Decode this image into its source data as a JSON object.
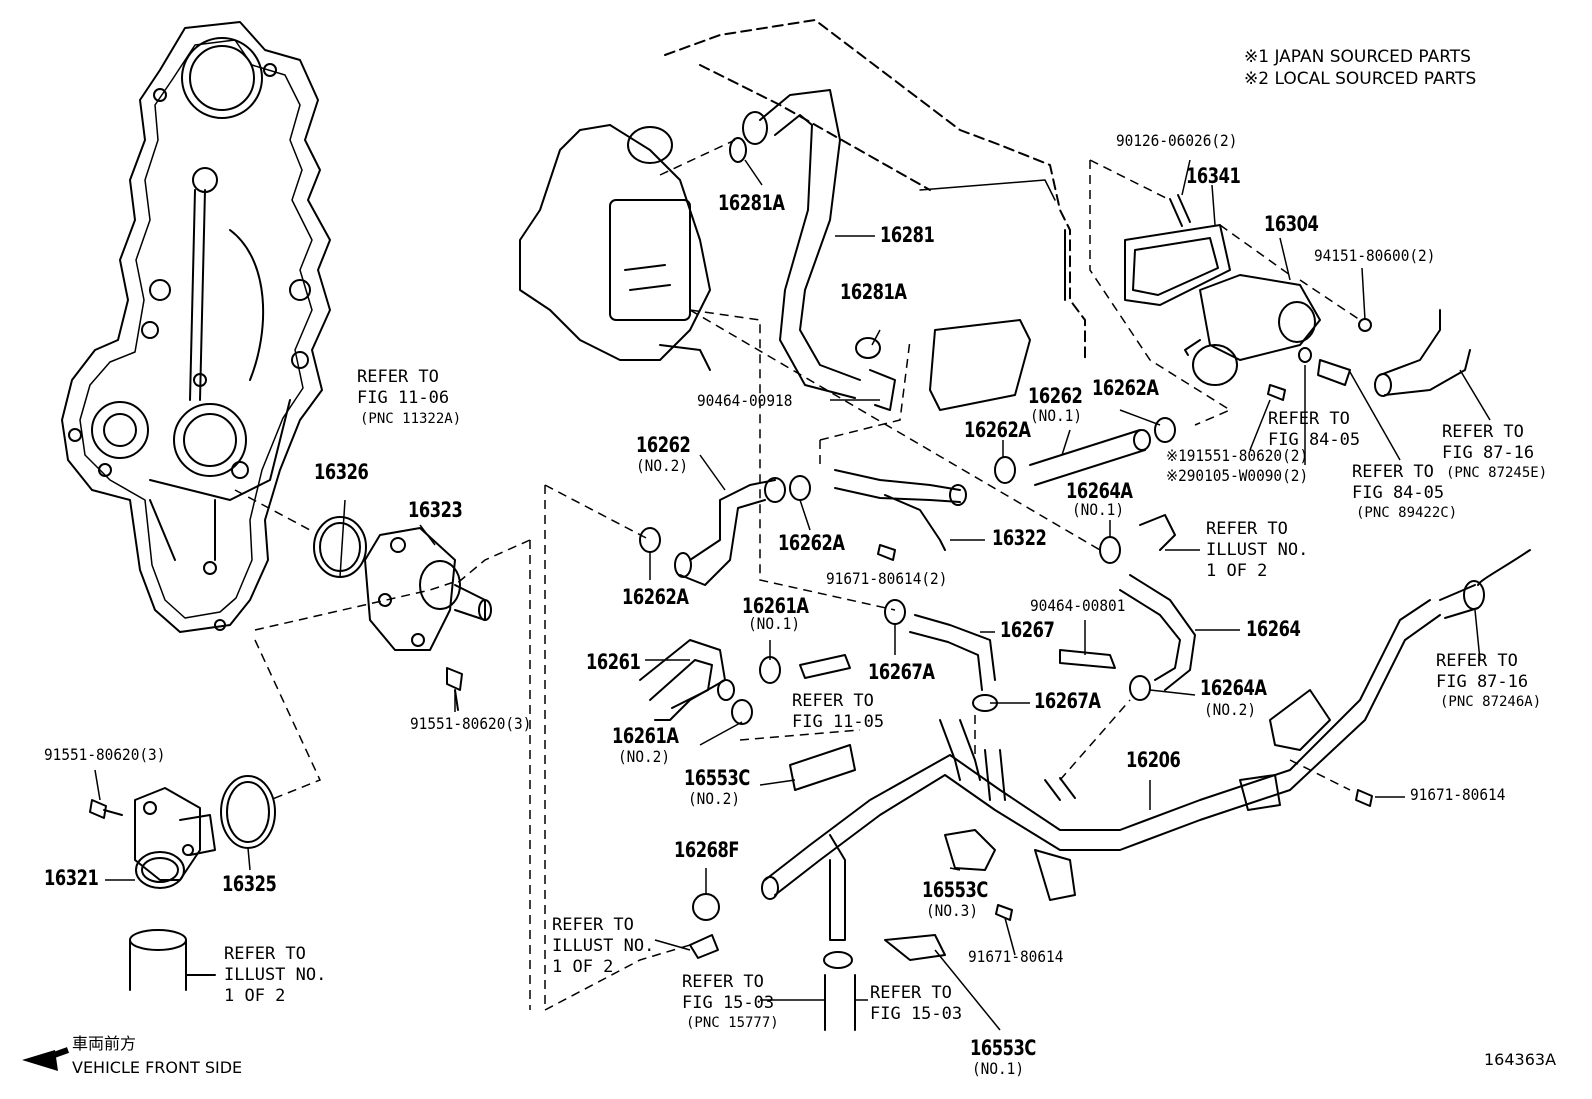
{
  "legend": {
    "line1": "※1 JAPAN SOURCED PARTS",
    "line2": "※2 LOCAL SOURCED PARTS"
  },
  "labels": {
    "p16281A_top": "16281A",
    "p16281": "16281",
    "p16281A_mid": "16281A",
    "p90464_00918": "90464-00918",
    "p16326": "16326",
    "p16323": "16323",
    "p91551_3_mid": "91551-80620(3)",
    "p91551_3_left": "91551-80620(3)",
    "p16321": "16321",
    "p16325": "16325",
    "p16262_no2": "16262",
    "p16262_no2_sub": "(NO.2)",
    "p16262A_a": "16262A",
    "p16262A_b": "16262A",
    "p16322": "16322",
    "p91671_2": "91671-80614(2)",
    "p16261A_no1": "16261A",
    "p16261A_no1_sub": "(NO.1)",
    "p16261": "16261",
    "p16261A_no2": "16261A",
    "p16261A_no2_sub": "(NO.2)",
    "p16267": "16267",
    "p16267A_a": "16267A",
    "p16267A_b": "16267A",
    "p90464_00801": "90464-00801",
    "p16264": "16264",
    "p16264A_no1": "16264A",
    "p16264A_no1_sub": "(NO.1)",
    "p16264A_no2": "16264A",
    "p16264A_no2_sub": "(NO.2)",
    "p16262_no1": "16262",
    "p16262_no1_sub": "(NO.1)",
    "p16262A_c": "16262A",
    "p16262A_d": "16262A",
    "p90126": "90126-06026(2)",
    "p16341": "16341",
    "p16304": "16304",
    "p94151": "94151-80600(2)",
    "p191551": "※191551-80620(2)",
    "p290105": "※290105-W0090(2)",
    "p16553C_no2": "16553C",
    "p16553C_no2_sub": "(NO.2)",
    "p16268F": "16268F",
    "p16553C_no3": "16553C",
    "p16553C_no3_sub": "(NO.3)",
    "p91671_mid": "91671-80614",
    "p16553C_no1": "16553C",
    "p16553C_no1_sub": "(NO.1)",
    "p16206": "16206",
    "p91671_right": "91671-80614"
  },
  "refs": {
    "fig1106": "REFER TO\nFIG 11-06",
    "fig1106_pnc": "(PNC 11322A)",
    "illust_left": "REFER TO\nILLUST NO.\n1 OF 2",
    "fig1105": "REFER TO\nFIG 11-05",
    "illust_center": "REFER TO\nILLUST NO.\n1 OF 2",
    "illust_right": "REFER TO\nILLUST NO.\n1 OF 2",
    "fig1503_a": "REFER TO\nFIG 15-03",
    "fig1503_a_pnc": "(PNC 15777)",
    "fig1503_b": "REFER TO\nFIG 15-03",
    "fig8405_a": "REFER TO\nFIG 84-05",
    "fig8405_b": "REFER TO\nFIG 84-05",
    "fig8405_b_pnc": "(PNC 89422C)",
    "fig8716_top": "REFER TO\nFIG 87-16",
    "fig8716_top_pnc": "(PNC 87245E)",
    "fig8716_bot": "REFER TO\nFIG 87-16",
    "fig8716_bot_pnc": "(PNC 87246A)"
  },
  "footer": {
    "direction_jp": "車両前方",
    "direction_en": "VEHICLE FRONT SIDE",
    "figure_number": "164363A"
  }
}
